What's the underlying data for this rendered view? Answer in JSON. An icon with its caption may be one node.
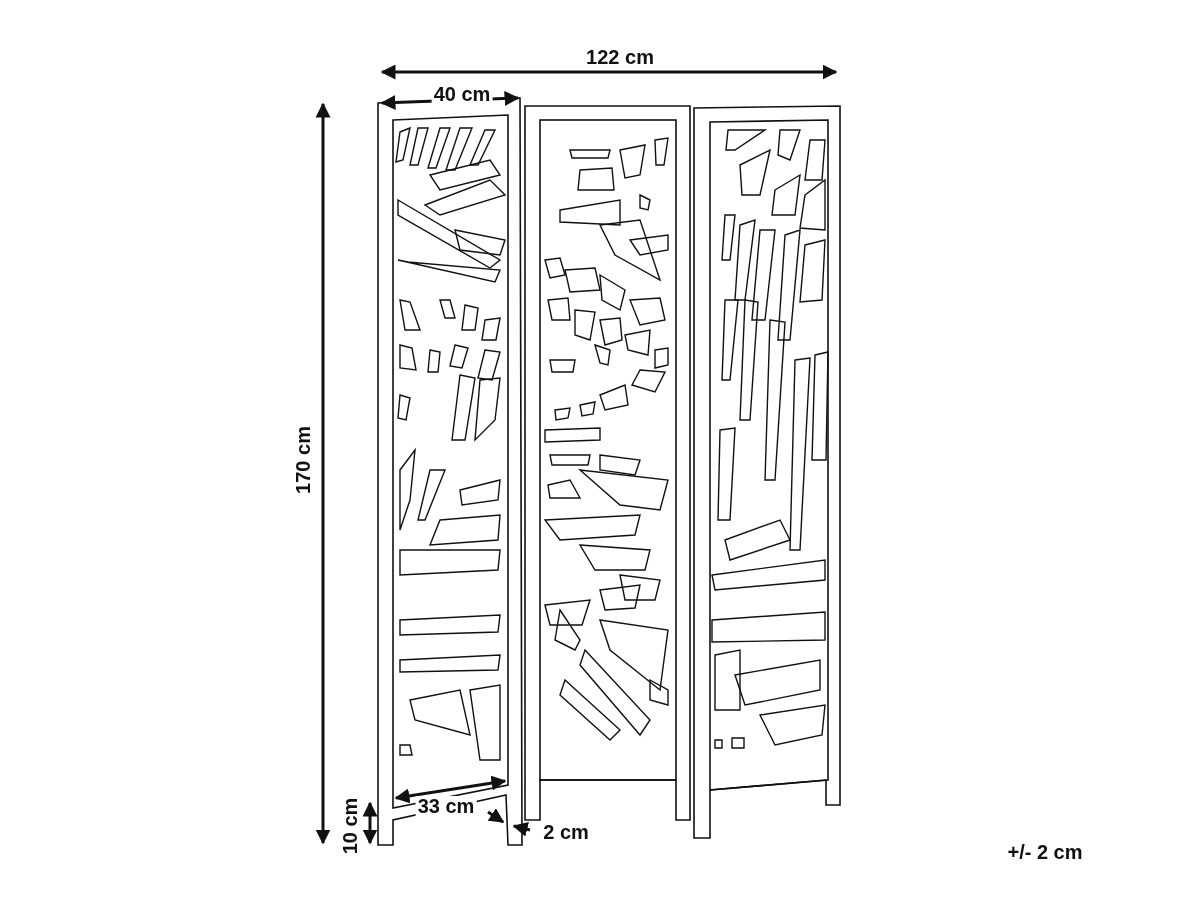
{
  "diagram": {
    "labels": [
      "122 cm",
      "40 cm",
      "170 cm",
      "10 cm",
      "33 cm",
      "2 cm",
      "+/- 2 cm"
    ]
  }
}
